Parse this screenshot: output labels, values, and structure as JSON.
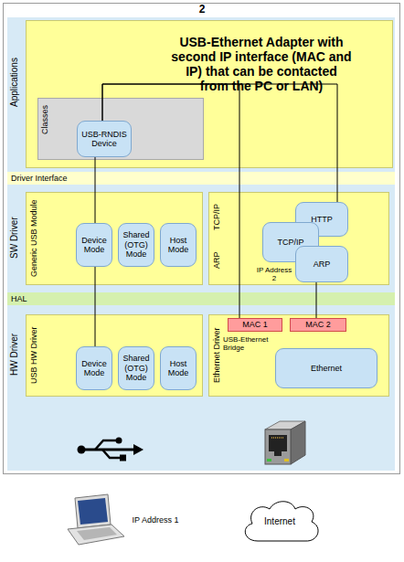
{
  "diagram": {
    "title": "2",
    "nodes": [
      {
        "text": [
          "Applications"
        ]
      },
      {
        "text": [
          "USB-Ethernet Adapter with second IP interface (MAC and IP) that can be contacted from the PC or LAN)"
        ],
        "in": 0
      },
      {
        "text": [
          "Classes"
        ],
        "in": 1
      },
      {
        "text": [
          "USB-RNDIS Device"
        ],
        "in": 2
      },
      {
        "text": [
          "Driver Interface"
        ]
      },
      {
        "text": [
          "SW Driver"
        ]
      },
      {
        "text": [
          "Generic USB Module"
        ],
        "in": 5
      },
      {
        "text": [
          "Device Mode"
        ],
        "in": 6
      },
      {
        "text": [
          "Shared (OTG) Mode"
        ],
        "in": 6
      },
      {
        "text": [
          "Host Mode"
        ],
        "in": 6
      },
      {
        "text": [
          "TCP/IP",
          "ARP",
          "IP Address 2"
        ],
        "in": 5
      },
      {
        "text": [
          "HTTP"
        ],
        "in": 10
      },
      {
        "text": [
          "TCP/IP"
        ],
        "in": 10
      },
      {
        "text": [
          "ARP"
        ],
        "in": 10
      },
      {
        "text": [
          "HAL"
        ]
      },
      {
        "text": [
          "HW Driver"
        ]
      },
      {
        "text": [
          "USB HW Driver"
        ],
        "in": 15
      },
      {
        "text": [
          "Device Mode"
        ],
        "in": 16
      },
      {
        "text": [
          "Shared (OTG) Mode"
        ],
        "in": 16
      },
      {
        "text": [
          "Host Mode"
        ],
        "in": 16
      },
      {
        "text": [
          "Ethernet Driver",
          "USB-Ethernet Bridge"
        ],
        "in": 15
      },
      {
        "text": [
          "MAC 1"
        ],
        "in": 20
      },
      {
        "text": [
          "MAC 2"
        ],
        "in": 20
      },
      {
        "text": [
          "Ethernet"
        ],
        "in": 20
      },
      {
        "text": [
          "Internet"
        ]
      }
    ],
    "edges": [
      {
        "from": 3,
        "to": 21,
        "arrow": "none"
      },
      {
        "from": 3,
        "to": 11,
        "arrow": "none"
      },
      {
        "from": 3,
        "to": 7,
        "arrow": "none"
      },
      {
        "from": 7,
        "to": 17,
        "arrow": "none"
      },
      {
        "from": 13,
        "to": 22,
        "arrow": "none"
      }
    ],
    "labels": [
      "IP Address 1"
    ]
  }
}
